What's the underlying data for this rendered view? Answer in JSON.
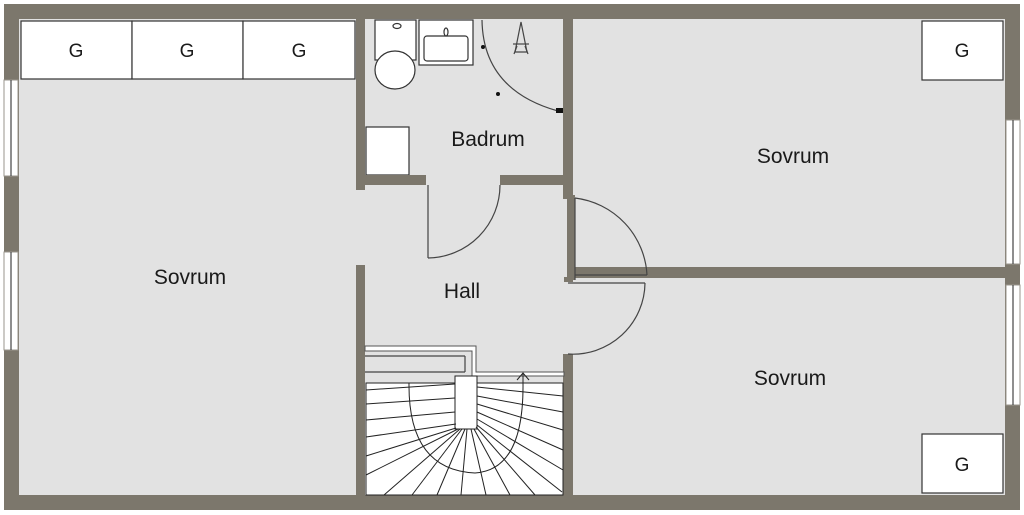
{
  "rooms": {
    "bedroom_left": "Sovrum",
    "bathroom": "Badrum",
    "bedroom_top_right": "Sovrum",
    "hall": "Hall",
    "bedroom_bottom_right": "Sovrum"
  },
  "wardrobe_label": "G",
  "colors": {
    "wall": "#7c776c",
    "floor": "#e2e2e2",
    "fixture": "#ffffff"
  }
}
